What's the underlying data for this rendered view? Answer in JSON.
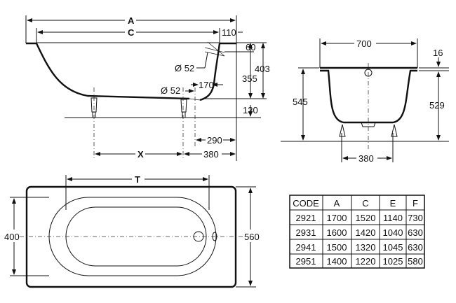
{
  "side_view": {
    "labels": {
      "A": "A",
      "C": "C",
      "X": "X"
    },
    "dims": {
      "d110": "110",
      "d60": "60",
      "d403": "403",
      "d355": "355",
      "d130": "130",
      "overflow_dia": "Ø 52",
      "drain_dia": "Ø 52",
      "d170": "170",
      "d290": "290",
      "d380": "380"
    }
  },
  "end_view": {
    "dims": {
      "d700": "700",
      "d16": "16",
      "d545": "545",
      "d529": "529",
      "d380": "380"
    }
  },
  "plan_view": {
    "labels": {
      "T": "T"
    },
    "dims": {
      "d400": "400",
      "d560": "560"
    }
  },
  "table": {
    "headers": [
      "CODE",
      "A",
      "C",
      "E",
      "F"
    ],
    "rows": [
      [
        "2921",
        "1700",
        "1520",
        "1140",
        "730"
      ],
      [
        "2931",
        "1600",
        "1420",
        "1040",
        "630"
      ],
      [
        "2941",
        "1500",
        "1320",
        "1045",
        "630"
      ],
      [
        "2951",
        "1400",
        "1220",
        "1025",
        "580"
      ]
    ]
  }
}
